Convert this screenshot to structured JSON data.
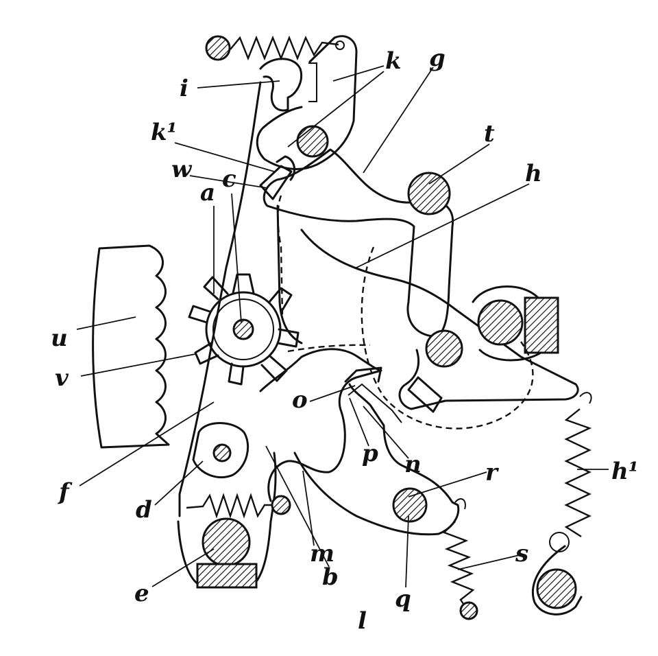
{
  "labels": {
    "a": "a",
    "b": "b",
    "c": "c",
    "d": "d",
    "e": "e",
    "f": "f",
    "g": "g",
    "h": "h",
    "h1": "h¹",
    "i": "i",
    "k": "k",
    "k1": "k¹",
    "l": "l",
    "m": "m",
    "n": "n",
    "o": "o",
    "p": "p",
    "q": "q",
    "r": "r",
    "s": "s",
    "t": "t",
    "u": "u",
    "v": "v",
    "w": "w"
  },
  "colors": {
    "ink": "#111111",
    "paper": "#ffffff"
  }
}
